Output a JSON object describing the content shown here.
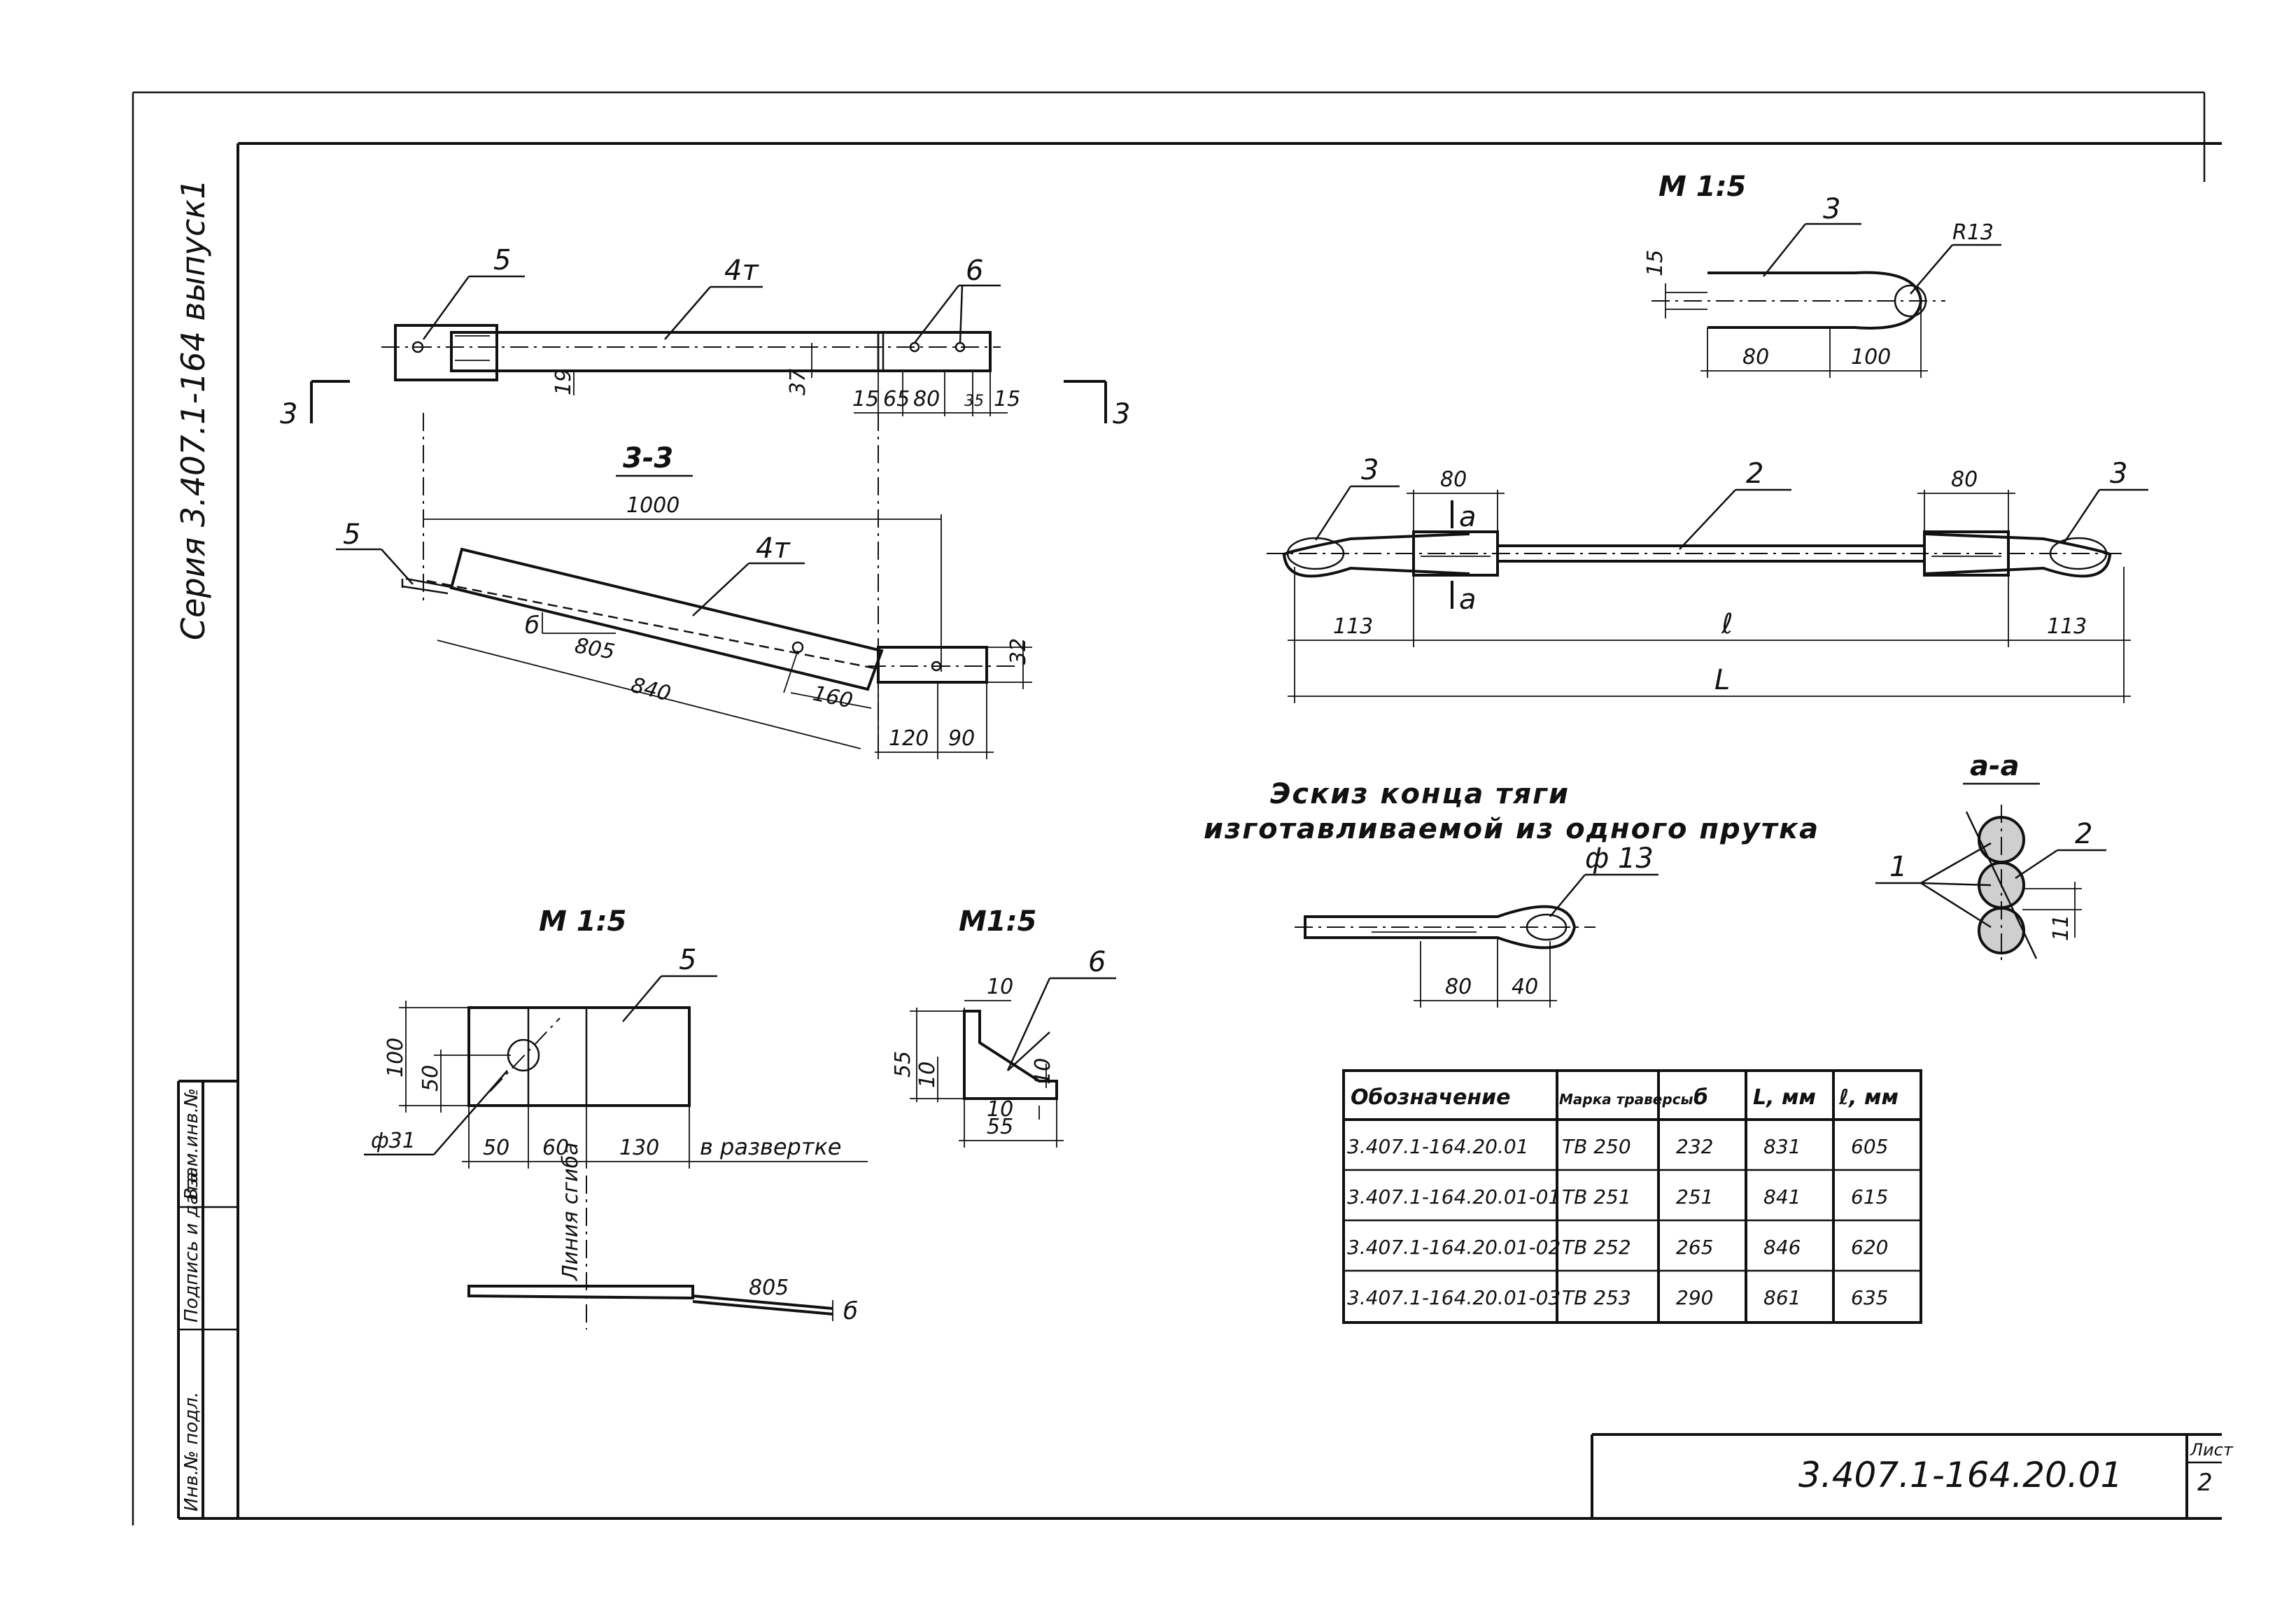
{
  "drawing": {
    "series_label": "Серия 3.407.1-164 выпуск1",
    "doc_code": "3.407.1-164.20.01",
    "sheet_label": "Лист",
    "sheet_number": "2",
    "stamp_fields": [
      "Инв.№ подл.",
      "Подпись и дата",
      "Взам.инв.№"
    ]
  },
  "plan_view": {
    "part_labels": [
      "5",
      "4т",
      "6"
    ],
    "section_marks": [
      "3",
      "3"
    ],
    "dims": [
      "19",
      "37",
      "15",
      "65",
      "80",
      "35",
      "15"
    ]
  },
  "section_3_3": {
    "title": "3-3",
    "part_labels": [
      "5",
      "4т",
      "б"
    ],
    "dims": [
      "1000",
      "805",
      "840",
      "160",
      "32",
      "120",
      "90"
    ]
  },
  "rod": {
    "scale": "М 1:5",
    "part_labels": [
      "3",
      "3",
      "2",
      "3"
    ],
    "dims": [
      "15",
      "R13",
      "80",
      "100",
      "80",
      "80",
      "113",
      "ℓ",
      "113",
      "L"
    ],
    "cut_marks": [
      "a",
      "a"
    ]
  },
  "sketch": {
    "title_line1": "Эскиз конца тяги",
    "title_line2": "изготавливаемой из одного прутка",
    "dims": [
      "ф 13",
      "80",
      "40"
    ]
  },
  "section_a_a": {
    "title": "a-a",
    "labels": [
      "1",
      "2"
    ],
    "dims": [
      "11"
    ]
  },
  "plate_5": {
    "scale": "М 1:5",
    "label": "5",
    "dims": [
      "100",
      "50",
      "ф31",
      "50",
      "60",
      "130"
    ],
    "unfolded_note": "в развертке",
    "bend_line": "Линия сгиба",
    "dim_805": "805",
    "b_label": "б"
  },
  "gusset_6": {
    "scale": "М1:5",
    "label": "6",
    "dims": [
      "10",
      "55",
      "10",
      "10",
      "10",
      "55"
    ]
  },
  "table": {
    "headers": [
      "Обозначение",
      "Марка траверсы",
      "б",
      "L, мм",
      "ℓ, мм"
    ],
    "rows": [
      [
        "3.407.1-164.20.01",
        "ТВ 250",
        "232",
        "831",
        "605"
      ],
      [
        "3.407.1-164.20.01-01",
        "ТВ 251",
        "251",
        "841",
        "615"
      ],
      [
        "3.407.1-164.20.01-02",
        "ТВ 252",
        "265",
        "846",
        "620"
      ],
      [
        "3.407.1-164.20.01-03",
        "ТВ 253",
        "290",
        "861",
        "635"
      ]
    ]
  }
}
